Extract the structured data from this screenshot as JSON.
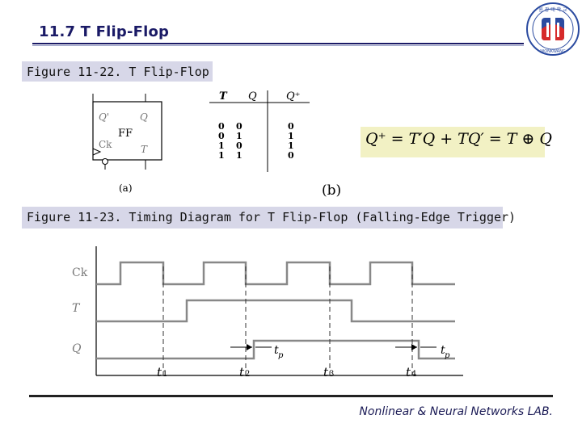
{
  "slide": {
    "title": "11.7  T Flip-Flop",
    "footer": "Nonlinear & Neural Networks LAB."
  },
  "figure1": {
    "caption": "Figure 11-22. T Flip-Flop",
    "block": {
      "label": "FF",
      "pin_q_prime": "Q'",
      "pin_q": "Q",
      "pin_ck": "Ck",
      "pin_t": "T",
      "sublabel": "(a)"
    },
    "truth_table": {
      "headers": [
        "T",
        "Q",
        "Q⁺"
      ],
      "rows": [
        [
          "0",
          "0",
          "0"
        ],
        [
          "0",
          "1",
          "1"
        ],
        [
          "1",
          "0",
          "1"
        ],
        [
          "1",
          "1",
          "0"
        ]
      ],
      "sublabel": "(b)"
    },
    "equation": "Q⁺ = T′Q + TQ′ = T ⊕ Q"
  },
  "figure2": {
    "caption": "Figure 11-23. Timing Diagram for T Flip-Flop (Falling-Edge Trigger)",
    "signals": [
      "Ck",
      "T",
      "Q"
    ],
    "time_labels": [
      "t",
      "t",
      "t",
      "t"
    ],
    "time_subscripts": [
      "1",
      "2",
      "3",
      "4"
    ],
    "delay_label": "t",
    "delay_subscript": "p",
    "clock_levels": [
      1,
      0,
      1,
      0,
      1,
      0,
      1,
      0
    ],
    "t_levels": [
      0,
      1,
      0
    ],
    "q_levels": [
      0,
      1,
      0
    ]
  },
  "logo": {
    "emblem": "WONKWANG UNIVERSITY",
    "colors": {
      "blue": "#2b4ba0",
      "red": "#d62a2a",
      "ring": "#2b4ba0"
    }
  }
}
